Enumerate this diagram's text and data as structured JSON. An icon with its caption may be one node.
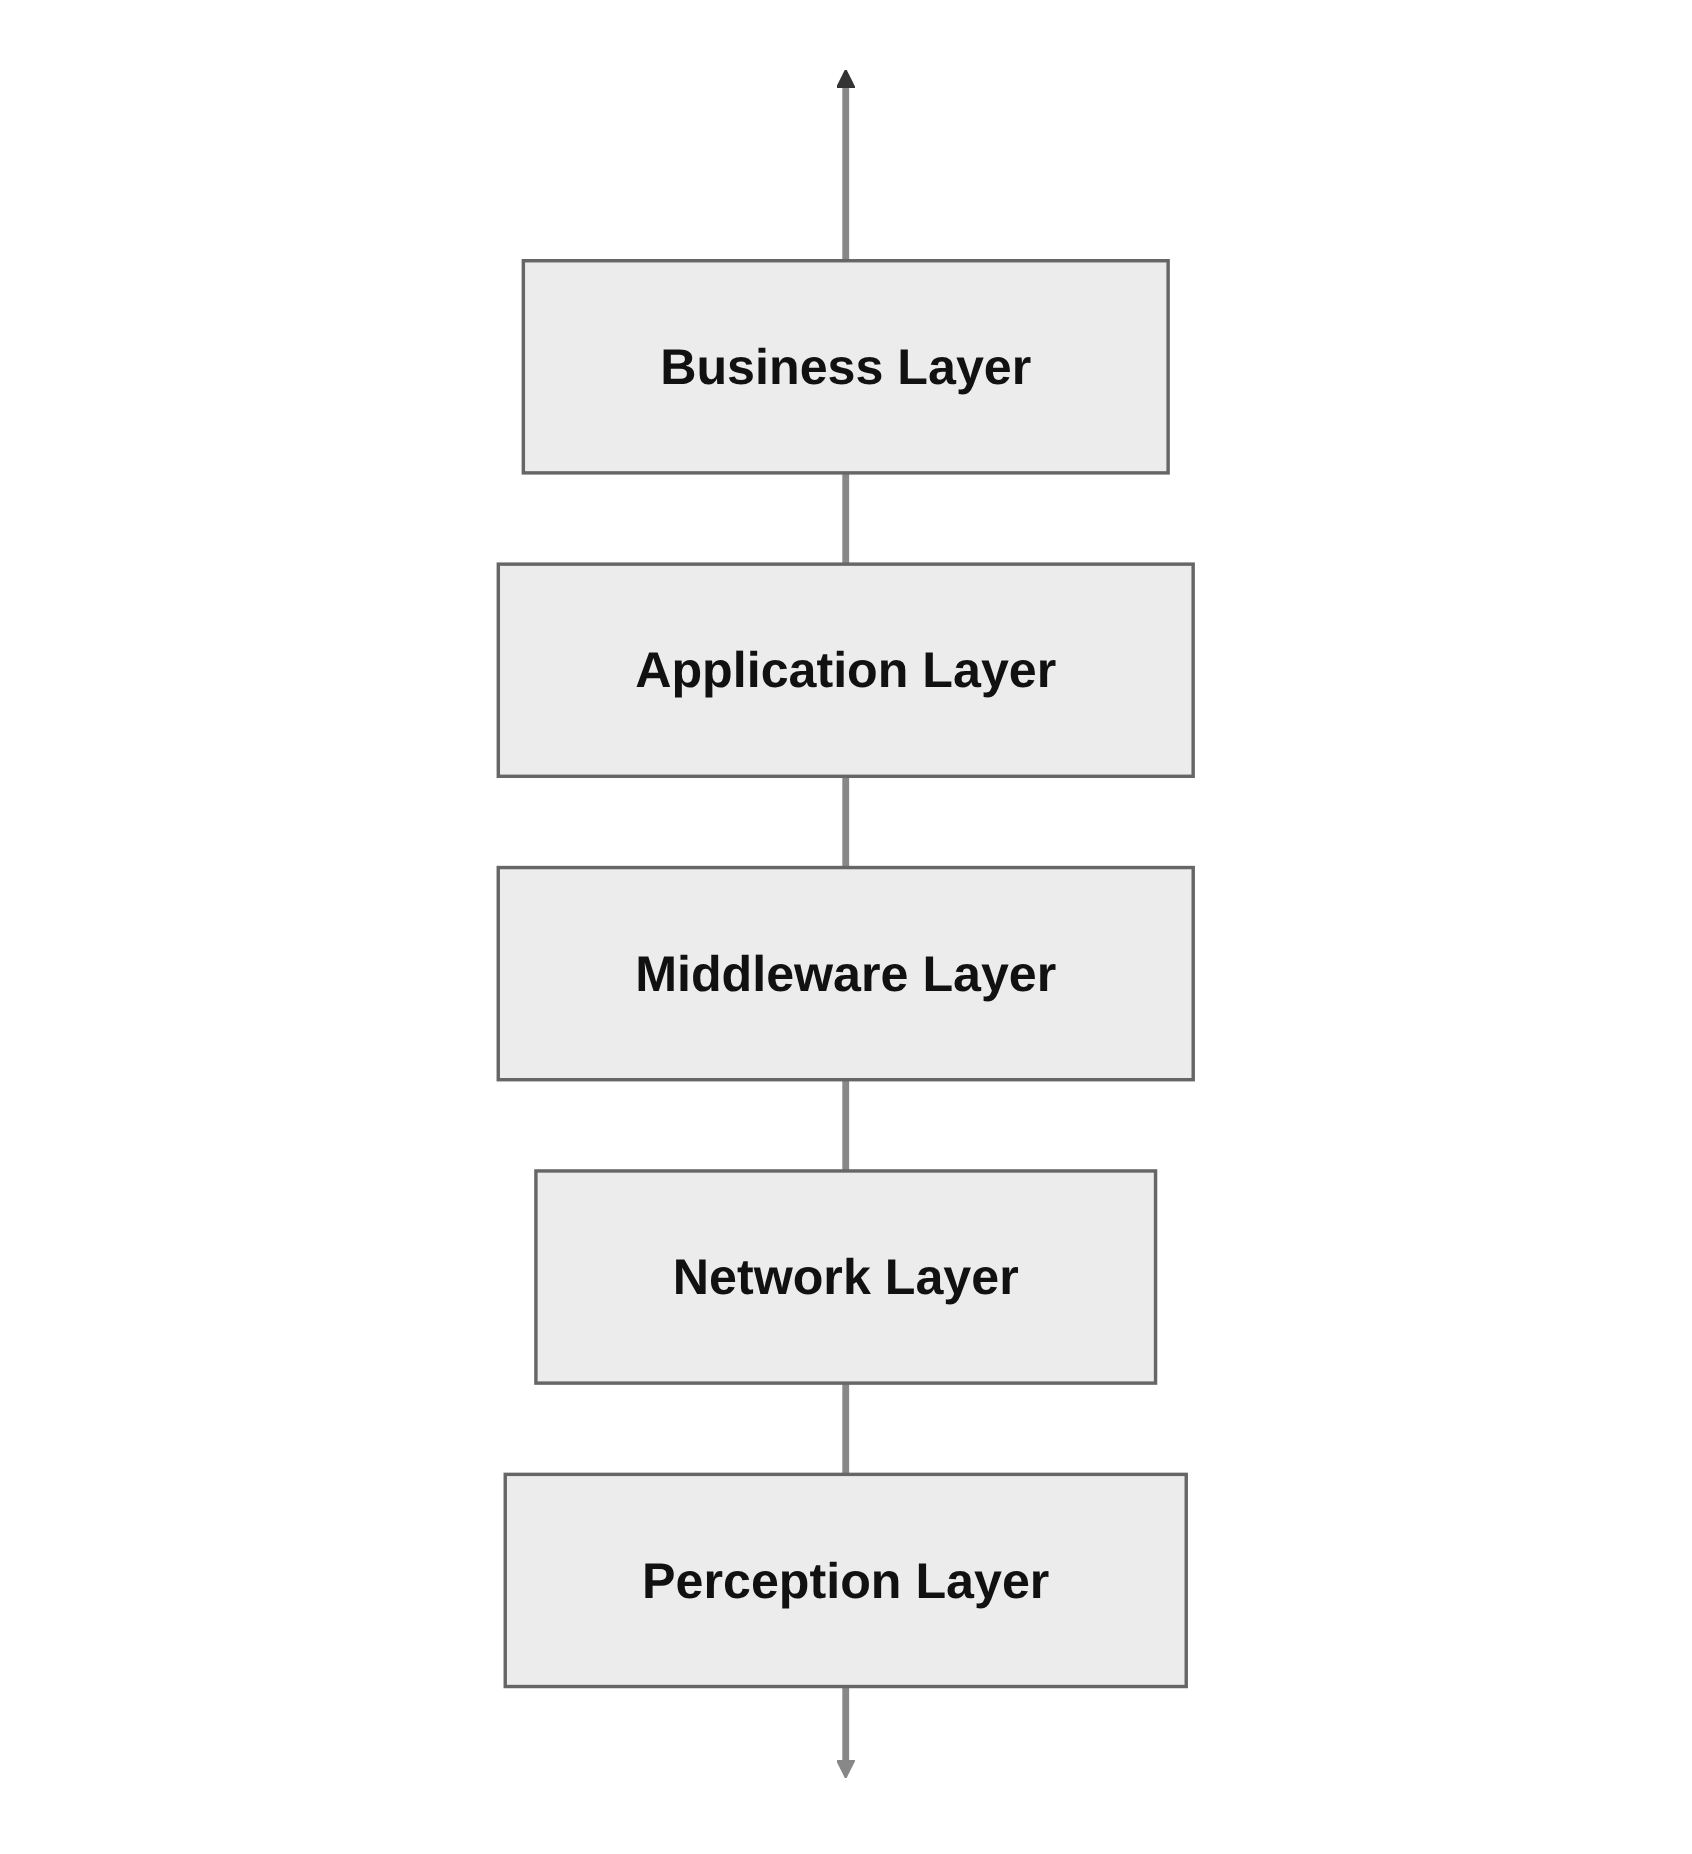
{
  "diagram": {
    "nodes": [
      {
        "text": [
          "Business Layer"
        ]
      },
      {
        "text": [
          "Application Layer"
        ]
      },
      {
        "text": [
          "Middleware Layer"
        ]
      },
      {
        "text": [
          "Network Layer"
        ]
      },
      {
        "text": [
          "Perception Layer"
        ]
      }
    ],
    "edges": [
      {
        "from": 0,
        "to": null,
        "arrow": "to"
      },
      {
        "from": 0,
        "to": 1,
        "arrow": "none"
      },
      {
        "from": 1,
        "to": 2,
        "arrow": "none"
      },
      {
        "from": 2,
        "to": 3,
        "arrow": "none"
      },
      {
        "from": 3,
        "to": 4,
        "arrow": "none"
      },
      {
        "from": 4,
        "to": null,
        "arrow": "to"
      }
    ]
  }
}
